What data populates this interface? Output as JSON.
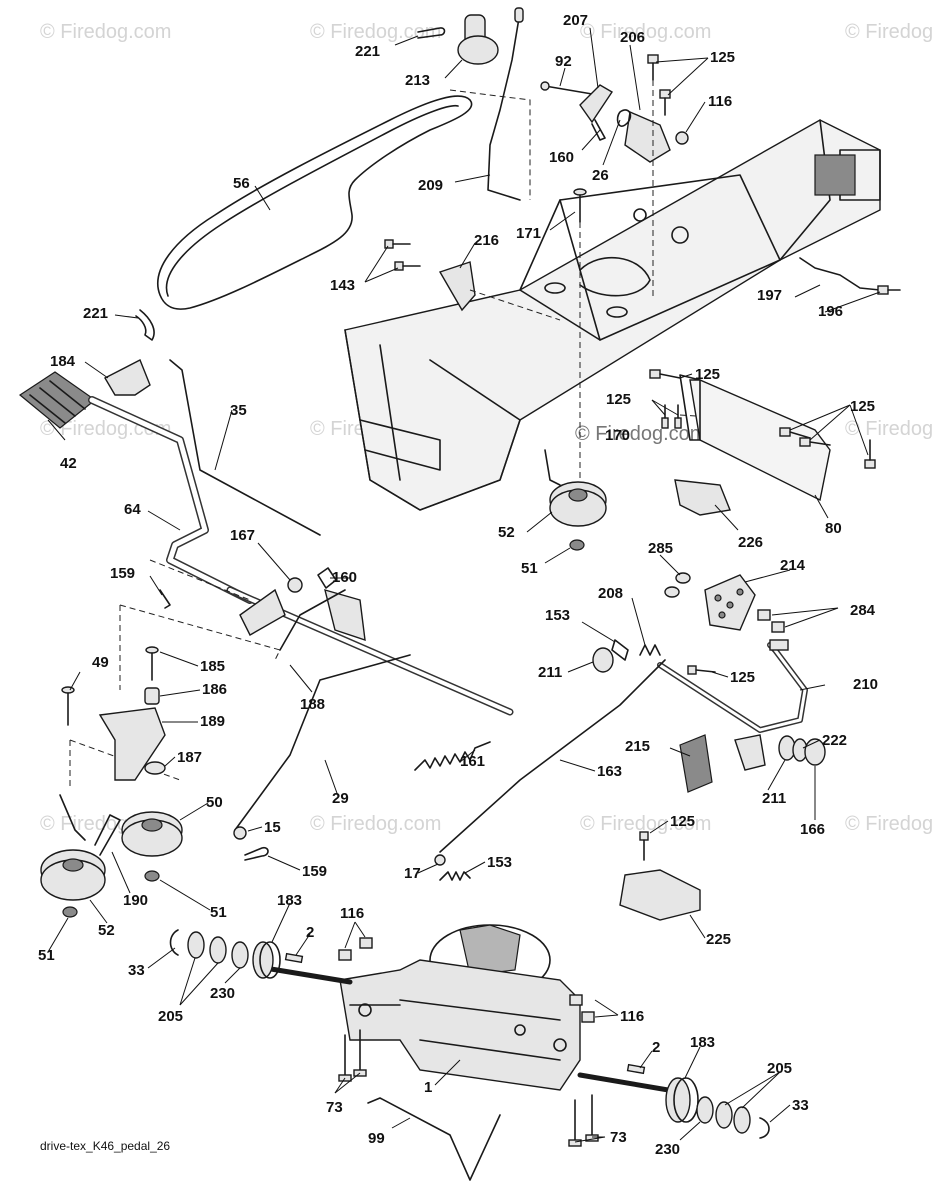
{
  "caption": "drive-tex_K46_pedal_26",
  "watermark": "© Firedog.com",
  "callouts": [
    "221",
    "213",
    "207",
    "206",
    "125",
    "92",
    "116",
    "160",
    "26",
    "56",
    "209",
    "171",
    "216",
    "143",
    "197",
    "196",
    "221",
    "184",
    "35",
    "125",
    "125",
    "125",
    "42",
    "170",
    "64",
    "167",
    "160",
    "52",
    "80",
    "226",
    "51",
    "159",
    "285",
    "214",
    "284",
    "153",
    "208",
    "49",
    "185",
    "211",
    "125",
    "186",
    "188",
    "189",
    "210",
    "222",
    "187",
    "161",
    "215",
    "163",
    "50",
    "29",
    "211",
    "166",
    "15",
    "125",
    "159",
    "17",
    "153",
    "190",
    "51",
    "183",
    "116",
    "52",
    "2",
    "51",
    "33",
    "225",
    "230",
    "205",
    "116",
    "2",
    "183",
    "205",
    "1",
    "33",
    "73",
    "230",
    "73",
    "99"
  ]
}
